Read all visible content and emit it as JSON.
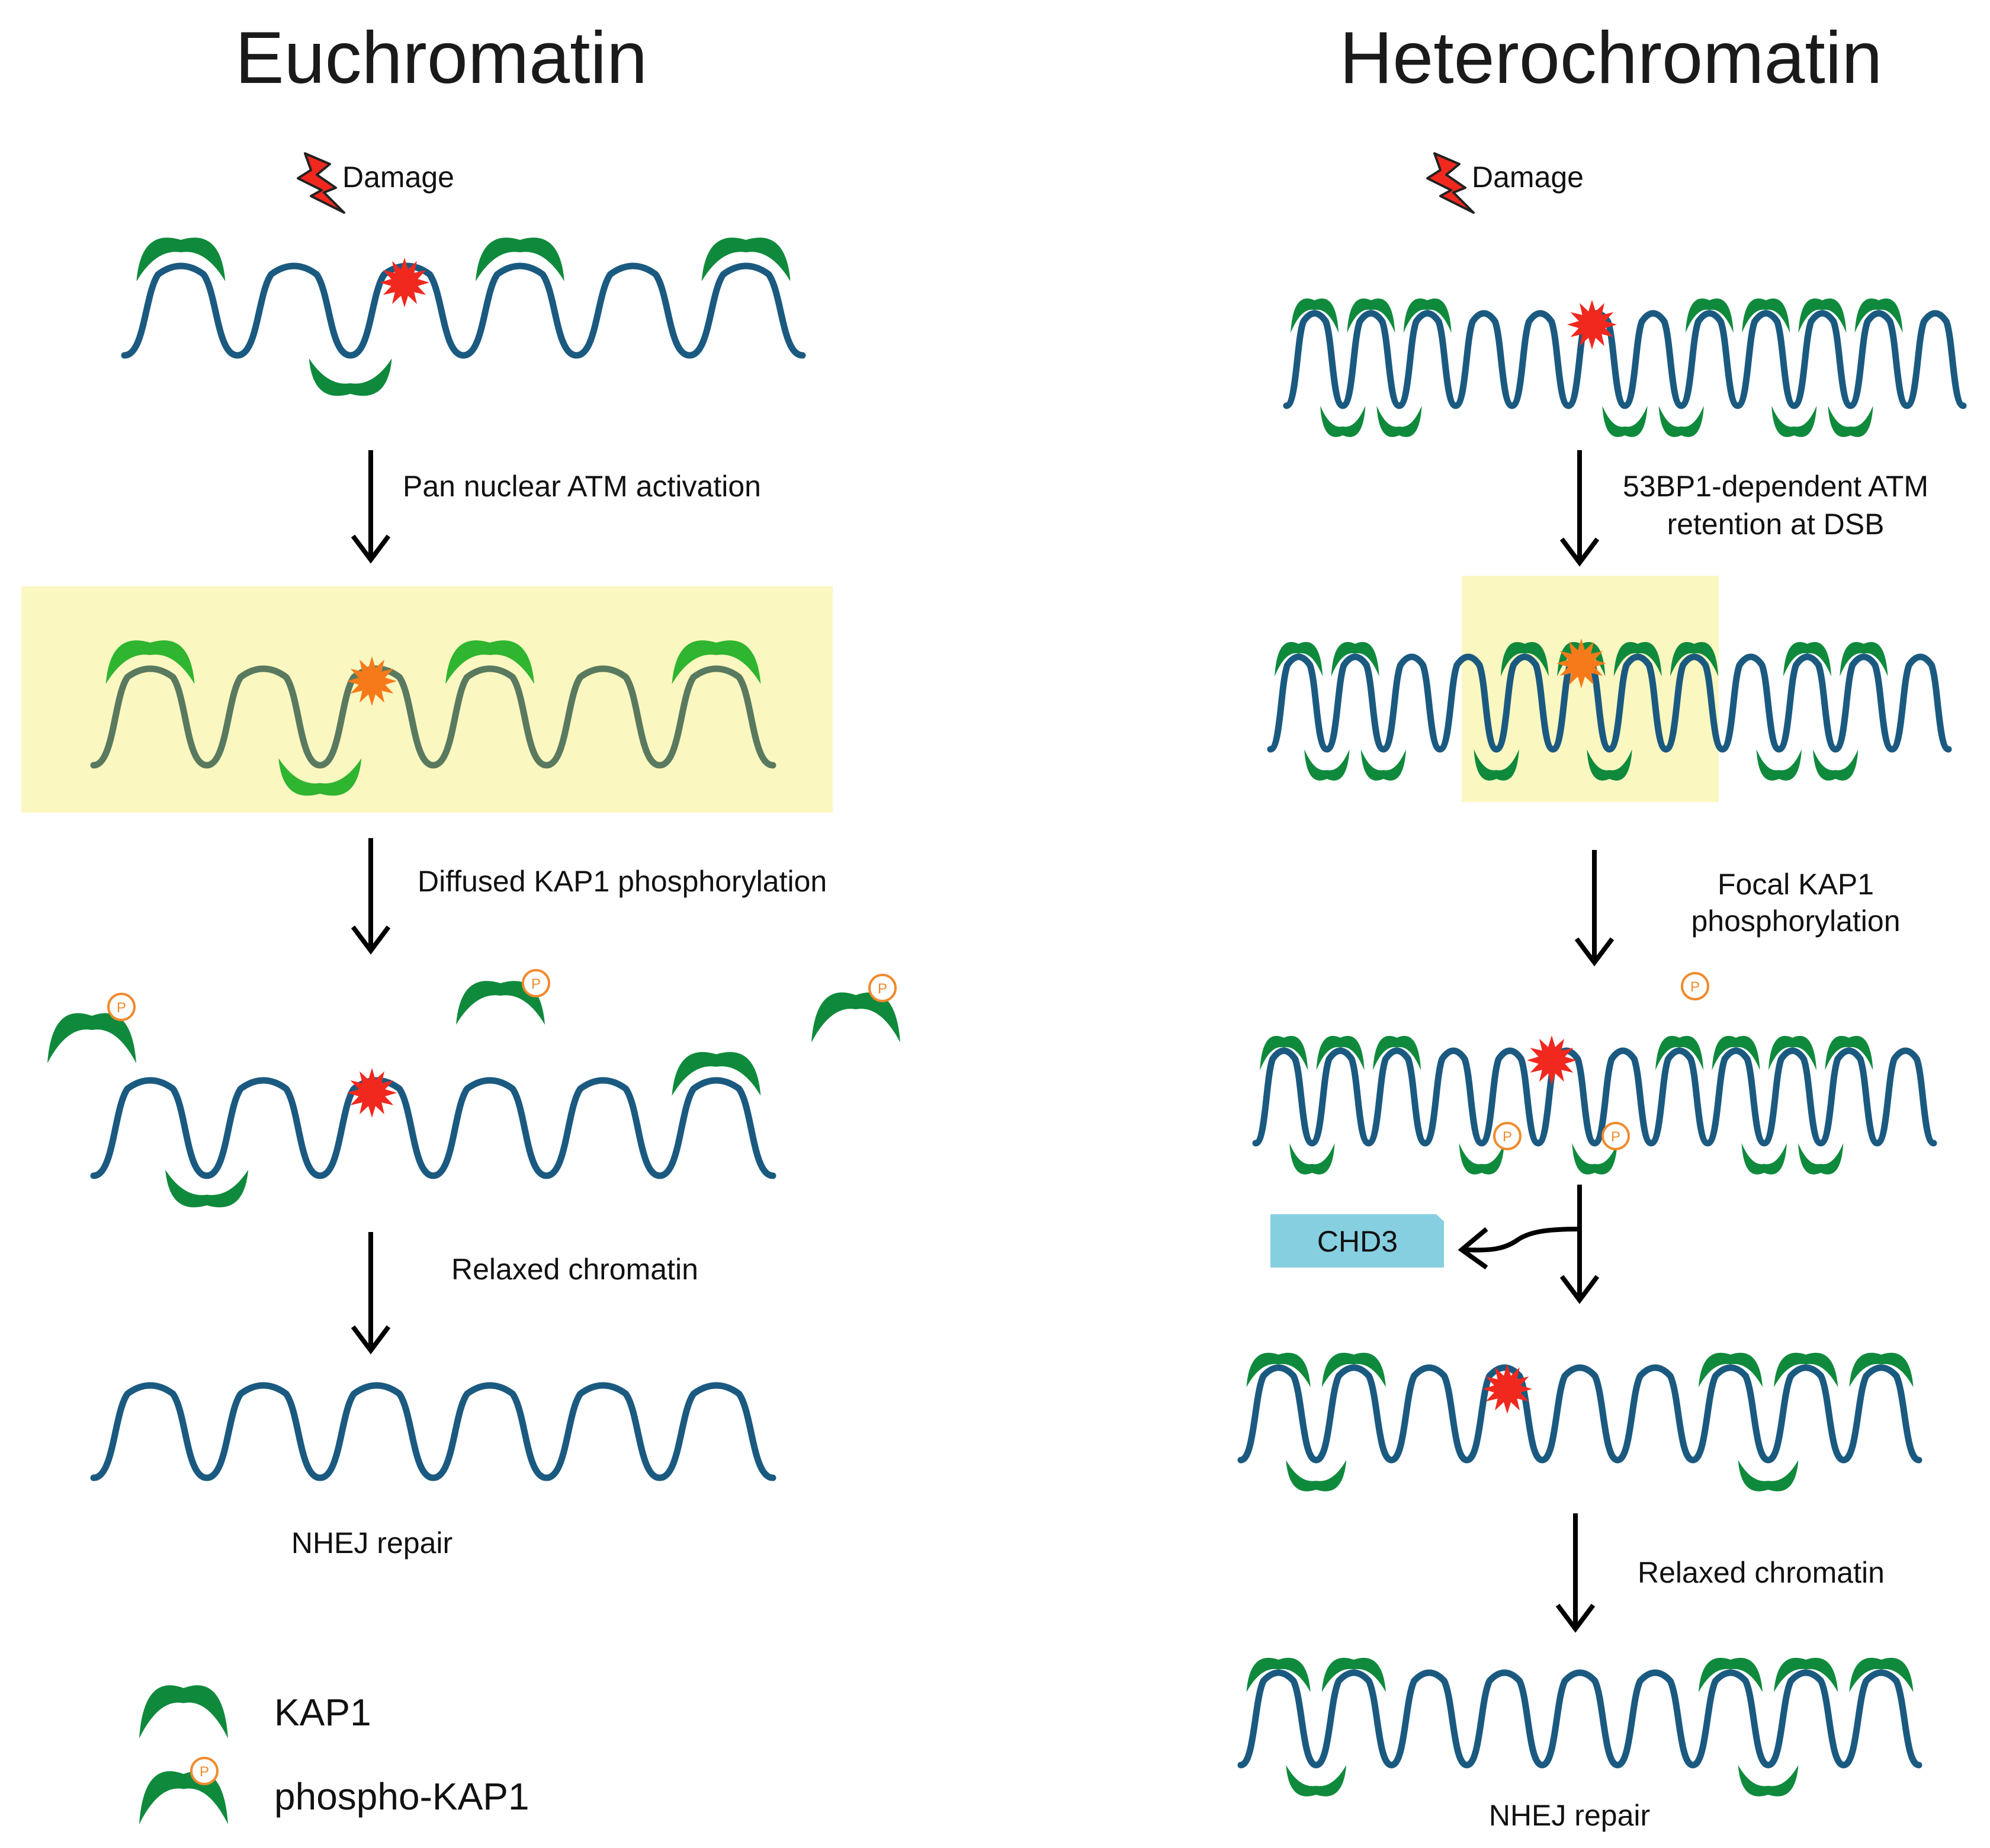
{
  "titles": {
    "left": "Euchromatin",
    "right": "Heterochromatin"
  },
  "euchromatin": {
    "damage_label": "Damage",
    "step1_label": "Pan nuclear ATM activation",
    "step2_label": "Diffused KAP1 phosphorylation",
    "step3_label": "Relaxed chromatin",
    "result_label": "NHEJ repair"
  },
  "heterochromatin": {
    "damage_label": "Damage",
    "step1_label_line1": "53BP1-dependent ATM",
    "step1_label_line2": "retention at DSB",
    "step2_label_line1": "Focal KAP1",
    "step2_label_line2": "phosphorylation",
    "chd3_label": "CHD3",
    "step3_label": "Relaxed chromatin",
    "result_label": "NHEJ repair"
  },
  "legend": {
    "kap1_label": "KAP1",
    "phospho_kap1_label": "phospho-KAP1"
  },
  "phospho_symbol": "P",
  "colors": {
    "dna": "#1b5a80",
    "dna_highlight": "#5a7a5f",
    "kap1": "#0f8a3c",
    "kap1_highlight": "#2fb52f",
    "highlight_box": "#fbf7c0",
    "damage_star": "#f0281e",
    "damage_star_highlight": "#f77a1a",
    "phospho": "#f08a2c",
    "chd3_box": "#86cfe0",
    "arrow": "#000000"
  }
}
